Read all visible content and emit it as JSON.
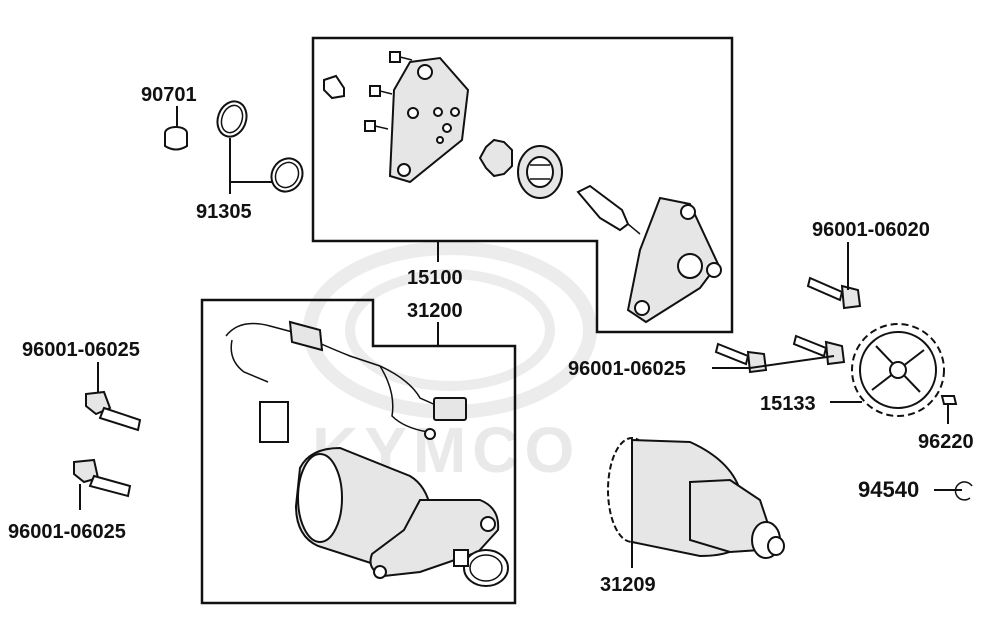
{
  "watermark": {
    "text": "KYMCO"
  },
  "labels": {
    "p90701": "90701",
    "p91305": "91305",
    "p15100": "15100",
    "p31200": "31200",
    "p96001_06020": "96001-06020",
    "p96001_06025_left_top": "96001-06025",
    "p96001_06025_left_bottom": "96001-06025",
    "p96001_06025_right": "96001-06025",
    "p15133": "15133",
    "p96220": "96220",
    "p94540": "94540",
    "p31209": "31209"
  },
  "colors": {
    "line": "#111111",
    "watermark": "#e9e9e9",
    "background": "#ffffff"
  }
}
